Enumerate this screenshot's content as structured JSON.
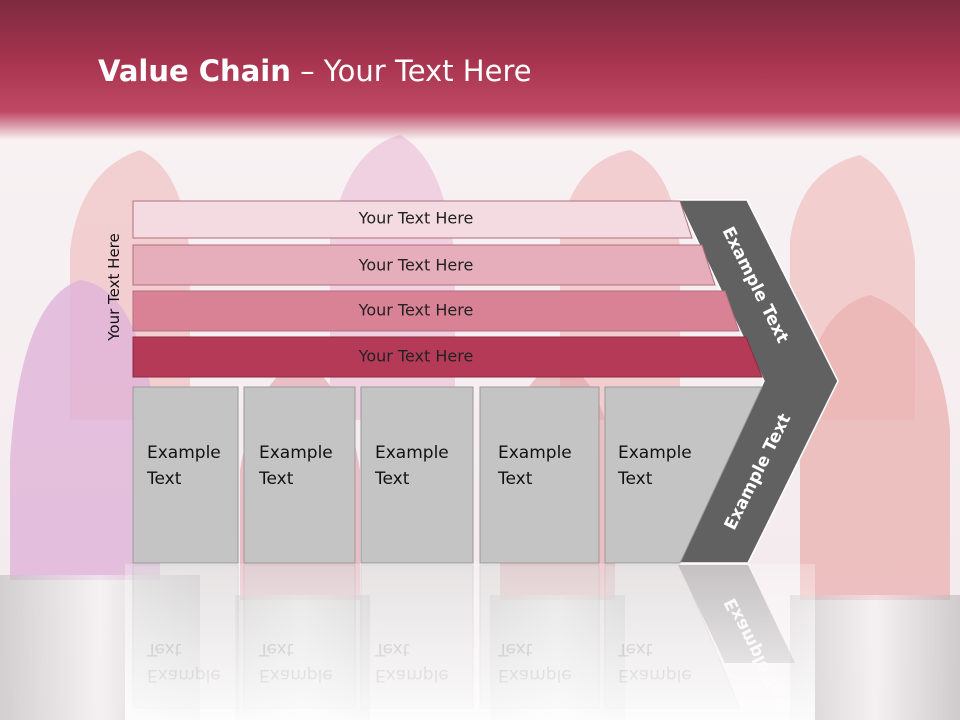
{
  "slide": {
    "title_bold": "Value Chain",
    "title_rest": " – Your Text Here",
    "side_label": "Your Text Here"
  },
  "bars": [
    {
      "label": "Your Text Here",
      "color": "#f4dbe1"
    },
    {
      "label": "Your Text Here",
      "color": "#e6adbb"
    },
    {
      "label": "Your Text Here",
      "color": "#d98295"
    },
    {
      "label": "Your Text Here",
      "color": "#b53a58"
    }
  ],
  "columns": [
    {
      "line1": "Example",
      "line2": "Text"
    },
    {
      "line1": "Example",
      "line2": "Text"
    },
    {
      "line1": "Example",
      "line2": "Text"
    },
    {
      "line1": "Example",
      "line2": "Text"
    },
    {
      "line1": "Example",
      "line2": "Text"
    }
  ],
  "chevron": {
    "top_label": "Example Text",
    "bottom_label": "Example Text",
    "color": "#616161"
  },
  "colors": {
    "header": "#a8344f",
    "column_fill": "#c4c4c4",
    "column_border": "#9a9a9a"
  }
}
